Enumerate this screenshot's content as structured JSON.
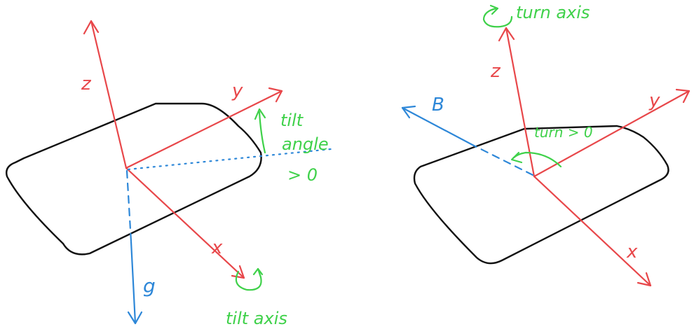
{
  "left_panel": {
    "axes": {
      "z": "z",
      "y": "y",
      "x": "x",
      "g": "g"
    },
    "tilt_angle": {
      "line1": "tilt",
      "line2": "angle",
      "line3": "> 0"
    },
    "tilt_axis": "tilt axis"
  },
  "right_panel": {
    "axes": {
      "z": "z",
      "y": "y",
      "x": "x",
      "b": "B"
    },
    "turn_axis": "turn axis",
    "turn_label": "turn > 0"
  },
  "colors": {
    "axis": "#e8474a",
    "annotation": "#3fd14a",
    "vector": "#2d87d8",
    "board": "#111111"
  }
}
